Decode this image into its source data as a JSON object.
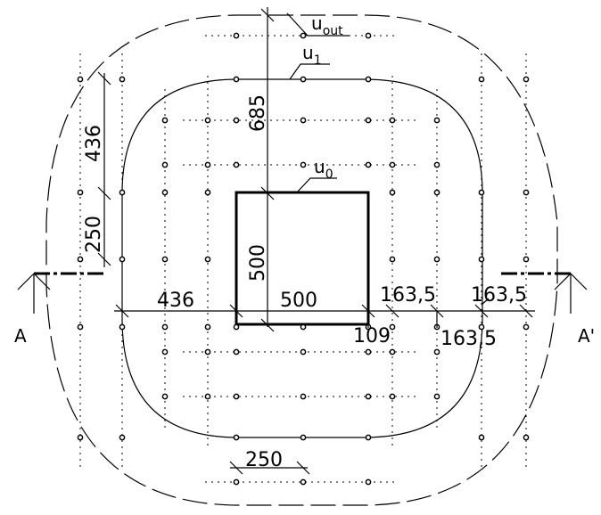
{
  "perimeters": {
    "u_out": {
      "base": "u",
      "sub": "out"
    },
    "u_1": {
      "base": "u",
      "sub": "1"
    },
    "u_0": {
      "base": "u",
      "sub": "0"
    }
  },
  "section": {
    "left": "A",
    "right": "A'"
  },
  "dimensions": {
    "vertical_685": "685",
    "vertical_436": "436",
    "vertical_250": "250",
    "column_height_500": "500",
    "horizontal_436": "436",
    "column_width_500": "500",
    "offset_109": "109",
    "spacing_163_5_a": "163,5",
    "spacing_163_5_b": "163,5",
    "spacing_163_5_c": "163,5",
    "spacing_250_bottom": "250"
  },
  "colors": {
    "line": "#000000",
    "background": "#ffffff"
  }
}
